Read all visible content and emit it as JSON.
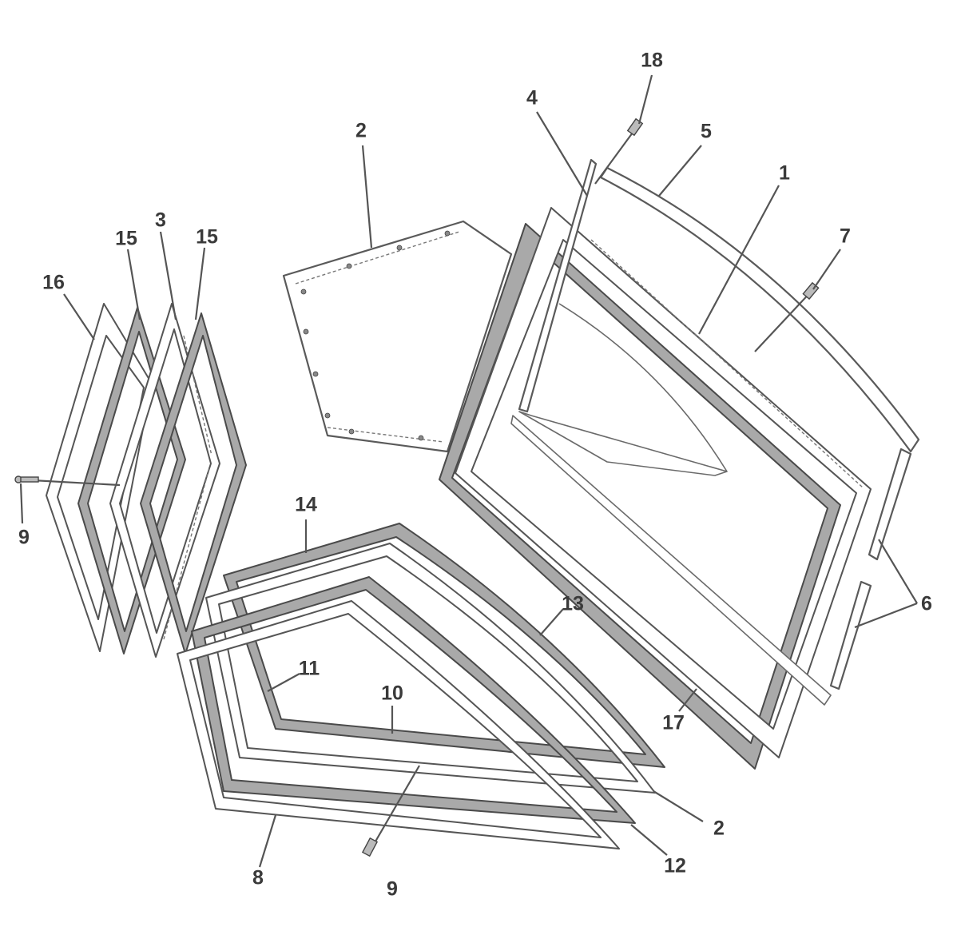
{
  "callouts": [
    {
      "id": "c1",
      "label": "1"
    },
    {
      "id": "c2a",
      "label": "2"
    },
    {
      "id": "c2b",
      "label": "2"
    },
    {
      "id": "c3",
      "label": "3"
    },
    {
      "id": "c4",
      "label": "4"
    },
    {
      "id": "c5",
      "label": "5"
    },
    {
      "id": "c6",
      "label": "6"
    },
    {
      "id": "c7",
      "label": "7"
    },
    {
      "id": "c8",
      "label": "8"
    },
    {
      "id": "c9a",
      "label": "9"
    },
    {
      "id": "c9b",
      "label": "9"
    },
    {
      "id": "c10",
      "label": "10"
    },
    {
      "id": "c11",
      "label": "11"
    },
    {
      "id": "c12",
      "label": "12"
    },
    {
      "id": "c13",
      "label": "13"
    },
    {
      "id": "c14",
      "label": "14"
    },
    {
      "id": "c15a",
      "label": "15"
    },
    {
      "id": "c15b",
      "label": "15"
    },
    {
      "id": "c16",
      "label": "16"
    },
    {
      "id": "c17",
      "label": "17"
    },
    {
      "id": "c18",
      "label": "18"
    }
  ]
}
